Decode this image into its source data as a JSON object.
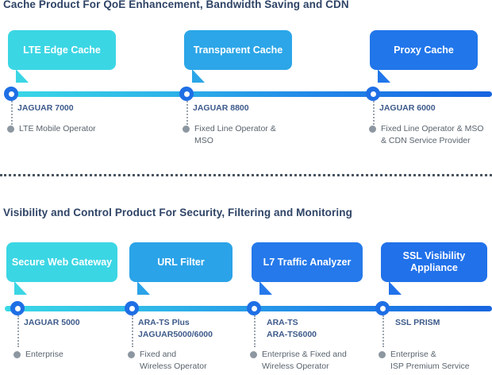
{
  "sections": [
    {
      "id": "cache",
      "title": "Cache Product For QoE Enhancement, Bandwidth Saving and CDN",
      "items": [
        {
          "bubble_label": "LTE Edge Cache",
          "bubble_color": "#3bd6e4",
          "model": "JAGUAR 7000",
          "audience": "LTE Mobile Operator"
        },
        {
          "bubble_label": "Transparent Cache",
          "bubble_color": "#2ca6e8",
          "model": "JAGUAR 8800",
          "audience": "Fixed Line Operator &\nMSO"
        },
        {
          "bubble_label": "Proxy Cache",
          "bubble_color": "#2176ea",
          "model": "JAGUAR 6000",
          "audience": "Fixed Line Operator & MSO\n& CDN Service Provider"
        }
      ]
    },
    {
      "id": "visibility",
      "title": "Visibility and Control Product For Security, Filtering and Monitoring",
      "items": [
        {
          "bubble_label": "Secure Web Gateway",
          "bubble_color": "#3bd6e4",
          "model": "JAGUAR 5000",
          "audience": "Enterprise"
        },
        {
          "bubble_label": "URL Filter",
          "bubble_color": "#2ba3e8",
          "model": "ARA-TS Plus\nJAGUAR5000/6000",
          "audience": "Fixed and\nWireless Operator"
        },
        {
          "bubble_label": "L7 Traffic Analyzer",
          "bubble_color": "#2579ea",
          "model": "ARA-TS\nARA-TS6000",
          "audience": "Enterprise & Fixed and\nWireless Operator"
        },
        {
          "bubble_label": "SSL Visibility\nAppliance",
          "bubble_color": "#2171ea",
          "model": "SSL PRISM",
          "audience": "Enterprise &\nISP Premium Service"
        }
      ]
    }
  ],
  "colors": {
    "rail_start": "#3ad9e6",
    "rail_end": "#1765e0",
    "node": "#1f6fe5",
    "heading": "#2f4466",
    "model_text": "#3d5a8a",
    "body_text": "#59636d",
    "bullet": "#8d97a1",
    "divider": "#4a5560"
  }
}
